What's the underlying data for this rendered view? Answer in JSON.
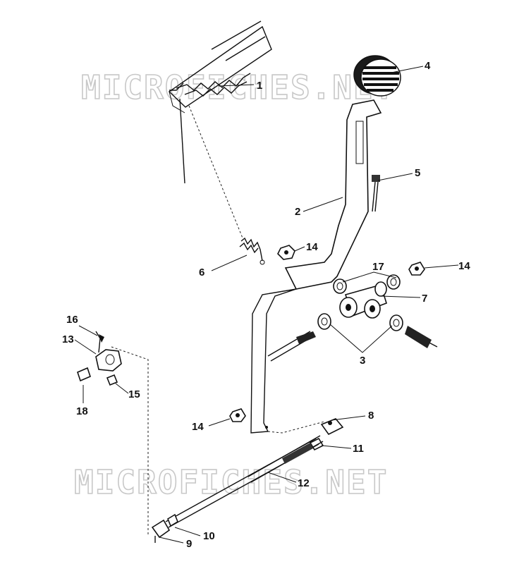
{
  "watermark": {
    "top": "MICROFICHES.NET",
    "bottom": "MICROFICHES.NET"
  },
  "callouts": {
    "c1": "1",
    "c2": "2",
    "c3": "3",
    "c4": "4",
    "c5": "5",
    "c6": "6",
    "c7": "7",
    "c8": "8",
    "c9": "9",
    "c10": "10",
    "c11": "11",
    "c12": "12",
    "c13": "13",
    "c14a": "14",
    "c14b": "14",
    "c14c": "14",
    "c15": "15",
    "c16": "16",
    "c17": "17",
    "c18": "18"
  }
}
